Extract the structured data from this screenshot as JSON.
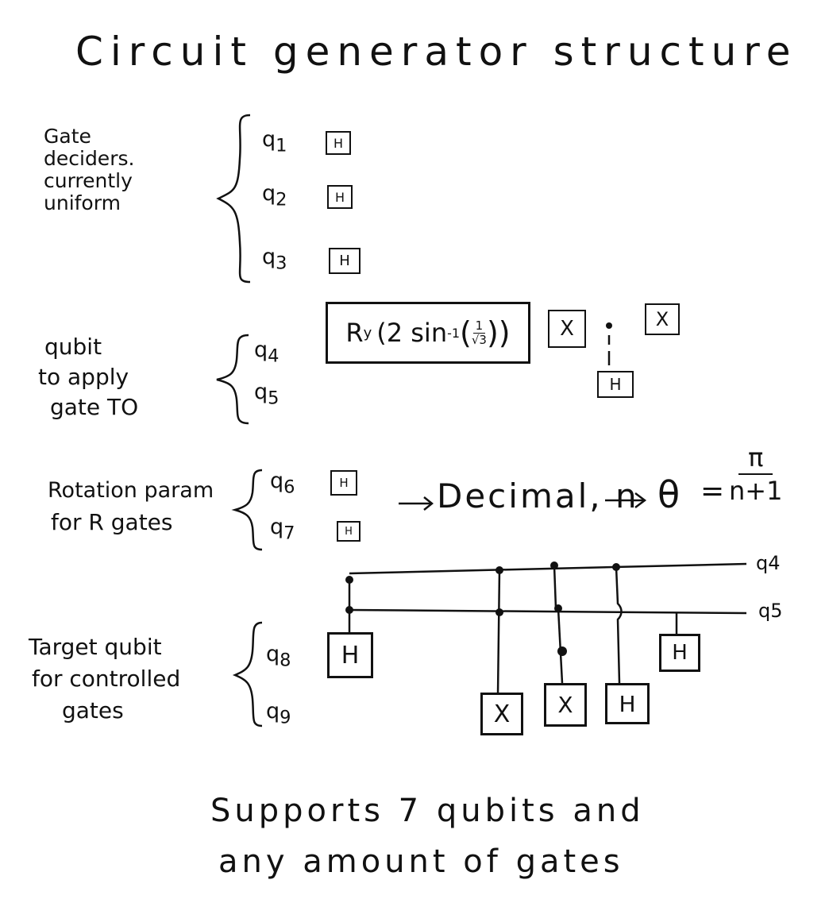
{
  "title": "Circuit generator structure",
  "sections": {
    "gate_deciders": {
      "note_lines": [
        "Gate",
        "deciders.",
        "currently",
        "uniform"
      ],
      "qubits": [
        {
          "label": "q",
          "sub": "1",
          "gate": "H"
        },
        {
          "label": "q",
          "sub": "2",
          "gate": "H"
        },
        {
          "label": "q",
          "sub": "3",
          "gate": "H"
        }
      ]
    },
    "qubit_to_apply": {
      "note_lines": [
        "qubit",
        "to apply",
        "gate TO"
      ],
      "qubits": [
        {
          "label": "q",
          "sub": "4"
        },
        {
          "label": "q",
          "sub": "5"
        }
      ],
      "ry_gate_prefix": "R",
      "ry_gate_sub": "y",
      "ry_gate_arg": "(2 sin",
      "ry_gate_exp": "-1",
      "ry_gate_frac_num": "1",
      "ry_gate_frac_den": "√3",
      "ry_gate_close": "))",
      "x_gate_1": "X",
      "x_gate_2": "X",
      "h_gate": "H"
    },
    "rotation_param": {
      "note_lines": [
        "Rotation param",
        "for R gates"
      ],
      "qubits": [
        {
          "label": "q",
          "sub": "6",
          "gate": "H"
        },
        {
          "label": "q",
          "sub": "7",
          "gate": "H"
        }
      ],
      "arrow_text": "Decimal, n",
      "theta": "θ",
      "equals": "=",
      "frac_num": "π",
      "frac_den": "n+1"
    },
    "target_qubit": {
      "note_lines": [
        "Target qubit",
        "for controlled",
        "gates"
      ],
      "qubits": [
        {
          "label": "q",
          "sub": "8",
          "gate": "H"
        },
        {
          "label": "q",
          "sub": "9"
        }
      ],
      "wire_labels": [
        "q4",
        "q5"
      ],
      "bottom_gates": [
        "X",
        "X",
        "H"
      ],
      "right_gate": "H"
    }
  },
  "footer_lines": [
    "Supports 7 qubits  and",
    "any amount of gates"
  ]
}
